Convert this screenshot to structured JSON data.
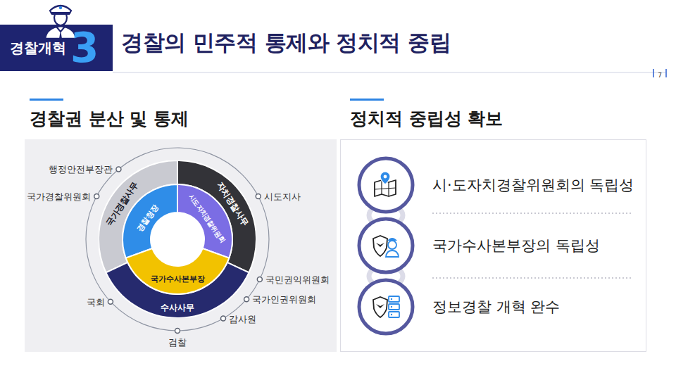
{
  "diagram": {
    "title": "경찰의 민주적 통제와 정치적 중립",
    "nodes": [
      {
        "text": [
          "경찰개혁",
          "3"
        ]
      },
      {
        "text": [
          "경찰권 분산 및 통제"
        ]
      },
      {
        "text": [
          "국가경찰사무"
        ],
        "in": 1
      },
      {
        "text": [
          "자치경찰사무"
        ],
        "in": 1
      },
      {
        "text": [
          "수사사무"
        ],
        "in": 1
      },
      {
        "text": [
          "경찰청장"
        ],
        "in": 1
      },
      {
        "text": [
          "시도자치경찰위원회"
        ],
        "in": 1
      },
      {
        "text": [
          "국가수사본부장"
        ],
        "in": 1
      },
      {
        "text": [
          "정치적 중립성 확보"
        ]
      },
      {
        "text": [
          "시·도자치경찰위원회의 독립성"
        ],
        "in": 8
      },
      {
        "text": [
          "국가수사본부장의 독립성"
        ],
        "in": 8
      },
      {
        "text": [
          "정보경찰 개혁 완수"
        ],
        "in": 8
      }
    ],
    "labels": [
      "7",
      "행정안전부장관",
      "국가경찰위원회",
      "시도지사",
      "국민권익위원회",
      "국가인권위원회",
      "감사원",
      "검찰",
      "국회"
    ]
  }
}
